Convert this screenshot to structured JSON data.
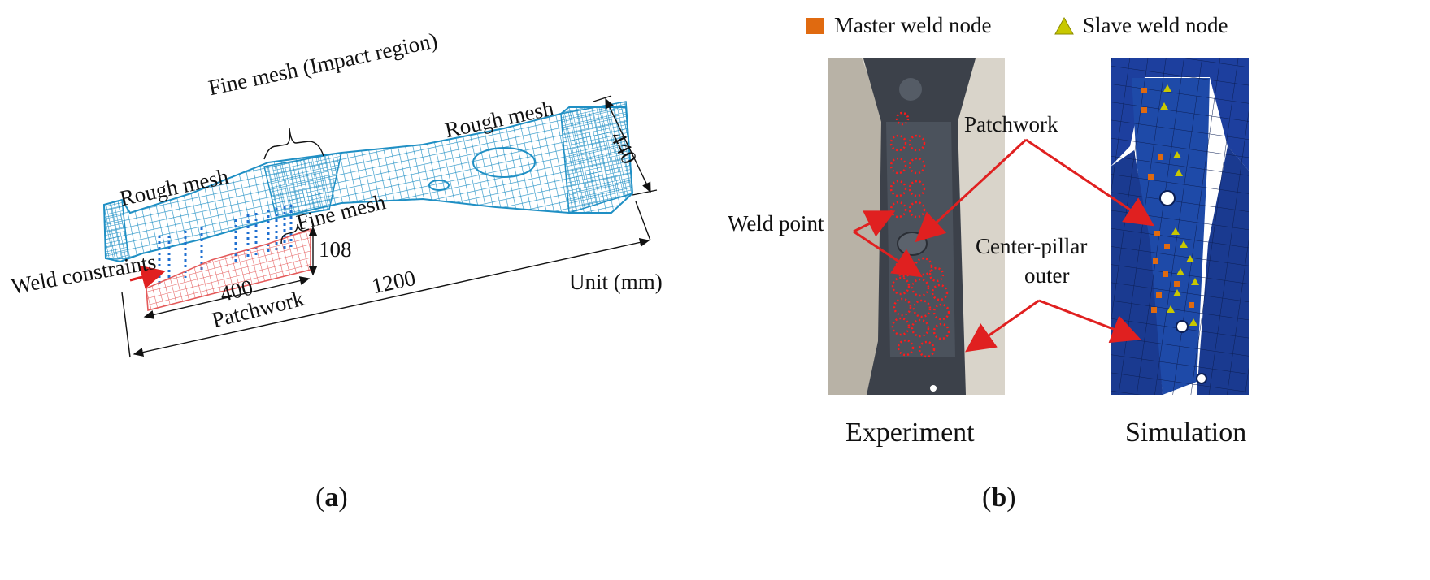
{
  "panel_a": {
    "caption_open": "(",
    "caption_letter": "a",
    "caption_close": ")",
    "labels": {
      "fine_mesh_impact": "Fine mesh (Impact region)",
      "rough_mesh_left": "Rough mesh",
      "rough_mesh_right": "Rough mesh",
      "fine_mesh": "Fine mesh",
      "weld_constraints": "Weld constraints",
      "patchwork": "Patchwork",
      "dim_440": "440",
      "dim_108": "108",
      "dim_400": "400",
      "dim_1200": "1200",
      "unit": "Unit (mm)"
    },
    "colors": {
      "mesh_blue": "#1f8fc4",
      "patch_red": "#e45a5a",
      "arrow_red": "#e02020"
    }
  },
  "panel_b": {
    "caption_open": "(",
    "caption_letter": "b",
    "caption_close": ")",
    "legend": {
      "master": "Master weld node",
      "slave": "Slave weld node",
      "master_color": "#e06a10",
      "slave_color": "#c8c800"
    },
    "labels": {
      "patchwork": "Patchwork",
      "weld_point": "Weld point",
      "center_pillar_1": "Center-pillar",
      "center_pillar_2": "outer",
      "experiment": "Experiment",
      "simulation": "Simulation"
    },
    "colors": {
      "sim_blue": "#1d3f9e",
      "weld_red": "#ff1a1a",
      "photo_dark": "#3a3f48"
    }
  }
}
